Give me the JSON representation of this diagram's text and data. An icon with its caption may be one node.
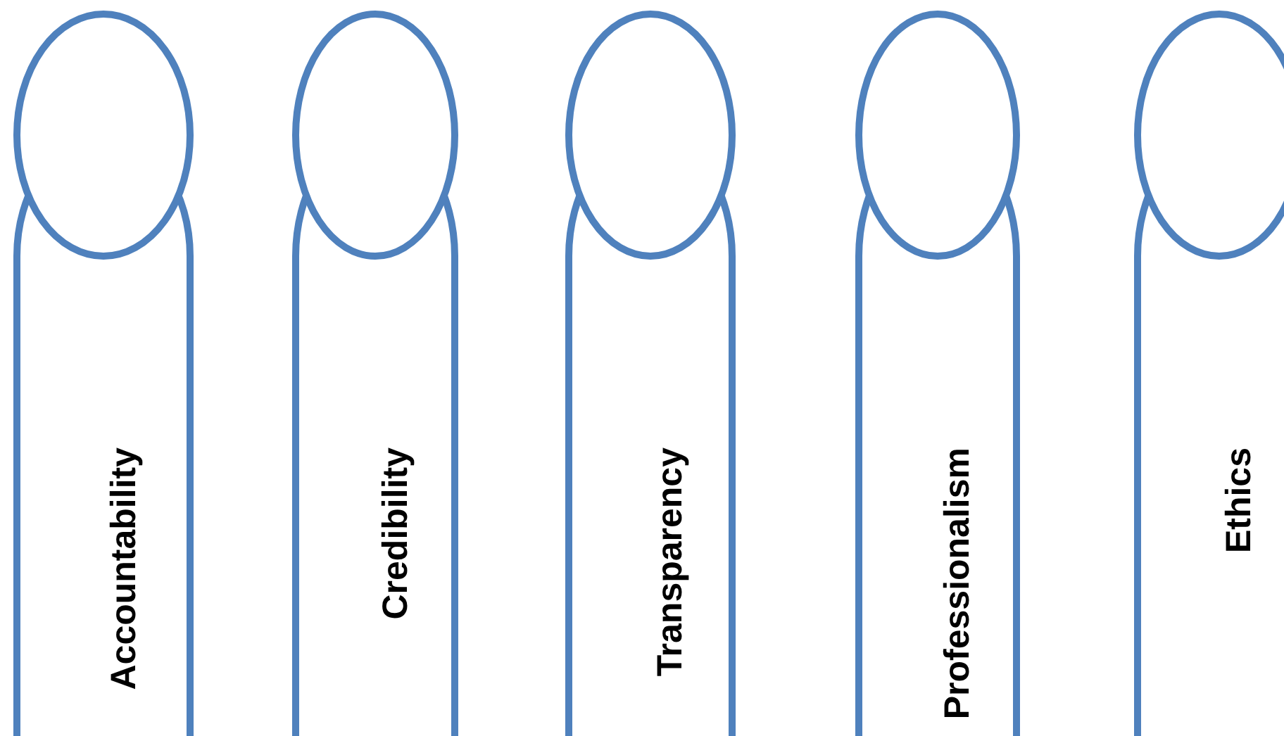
{
  "diagram": {
    "nodes": [
      {
        "text": [
          "Accountability"
        ]
      },
      {
        "text": [
          "Credibility"
        ]
      },
      {
        "text": [
          "Transparency"
        ]
      },
      {
        "text": [
          "Professionalism"
        ]
      },
      {
        "text": [
          "Ethics"
        ]
      }
    ]
  }
}
